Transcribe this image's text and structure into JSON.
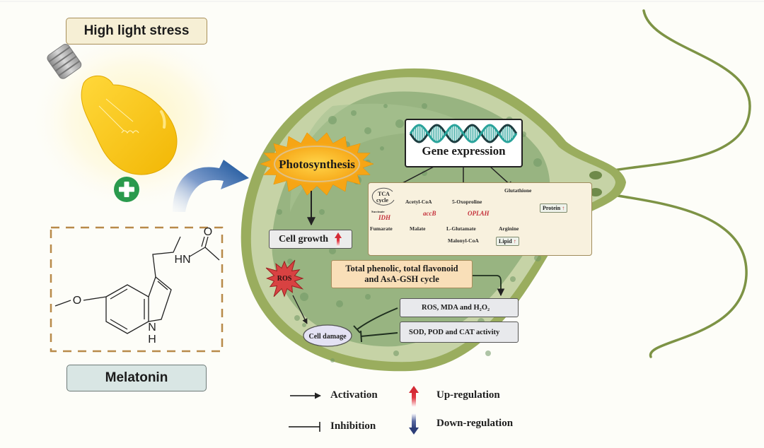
{
  "stressor": {
    "label": "High light stress"
  },
  "treatment": {
    "label": "Melatonin",
    "structure_atoms": {
      "oxygen_methoxy": "O",
      "amide_nh": "HN",
      "carbonyl_o": "O",
      "indole_n": "N",
      "indole_h": "H"
    }
  },
  "combine_symbol": "plus-icon",
  "cell": {
    "photosynthesis": "Photosynthesis",
    "cell_growth": "Cell growth",
    "gene_expression": "Gene expression",
    "pathway": {
      "tca_cycle": [
        "TCA",
        "cycle"
      ],
      "succinate": "Succinate",
      "idh": "IDH",
      "fumarate": "Fumarate",
      "acetyl_coa": "Acetyl-CoA",
      "accb": "accB",
      "malate": "Malate",
      "oxoproline": "5-Oxoproline",
      "oplah": "OPLAH",
      "glutathione": "Glutathione",
      "l_glutamate": "L-Glutamate",
      "arginine": "Arginine",
      "malonyl_coa": "Malonyl-CoA",
      "protein": "Protein",
      "lipid": "Lipid",
      "up_marker": "↑"
    },
    "ros": "ROS",
    "cell_damage": "Cell damage",
    "antioxidant": {
      "line1": "Total phenolic,  total flavonoid",
      "line2": "and  AsA-GSH cycle"
    },
    "ros_mda": "ROS, MDA and H₂O₂",
    "sod_pod": "SOD, POD and CAT activity"
  },
  "legend": {
    "activation": "Activation",
    "inhibition": "Inhibition",
    "up_regulation": "Up-regulation",
    "down_regulation": "Down-regulation"
  },
  "colors": {
    "cell_outer": "#9aad5e",
    "cell_inner": "#c6d3a6",
    "cytoplasm": "#8fae7a",
    "up_arrow": "#d42b35",
    "down_arrow": "#2c3d78",
    "plus_green": "#2a9a4d",
    "bulb_yellow": "#f7c21a"
  }
}
